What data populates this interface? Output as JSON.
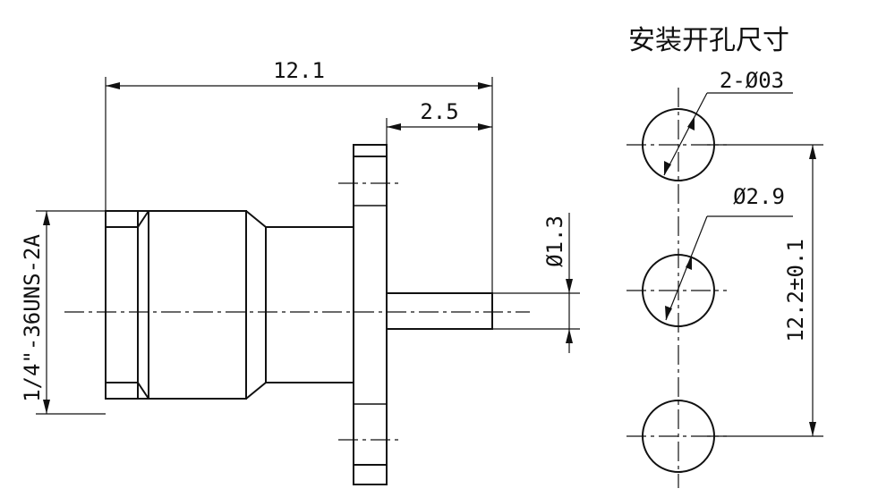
{
  "title": "安装开孔尺寸",
  "labels": {
    "overall_length": "12.1",
    "pin_length": "2.5",
    "pin_diameter": "Ø1.3",
    "thread": "1/4\"-36UNS-2A",
    "mount_holes": "2-Ø03",
    "center_hole": "Ø2.9",
    "hole_spacing": "12.2±0.1"
  }
}
